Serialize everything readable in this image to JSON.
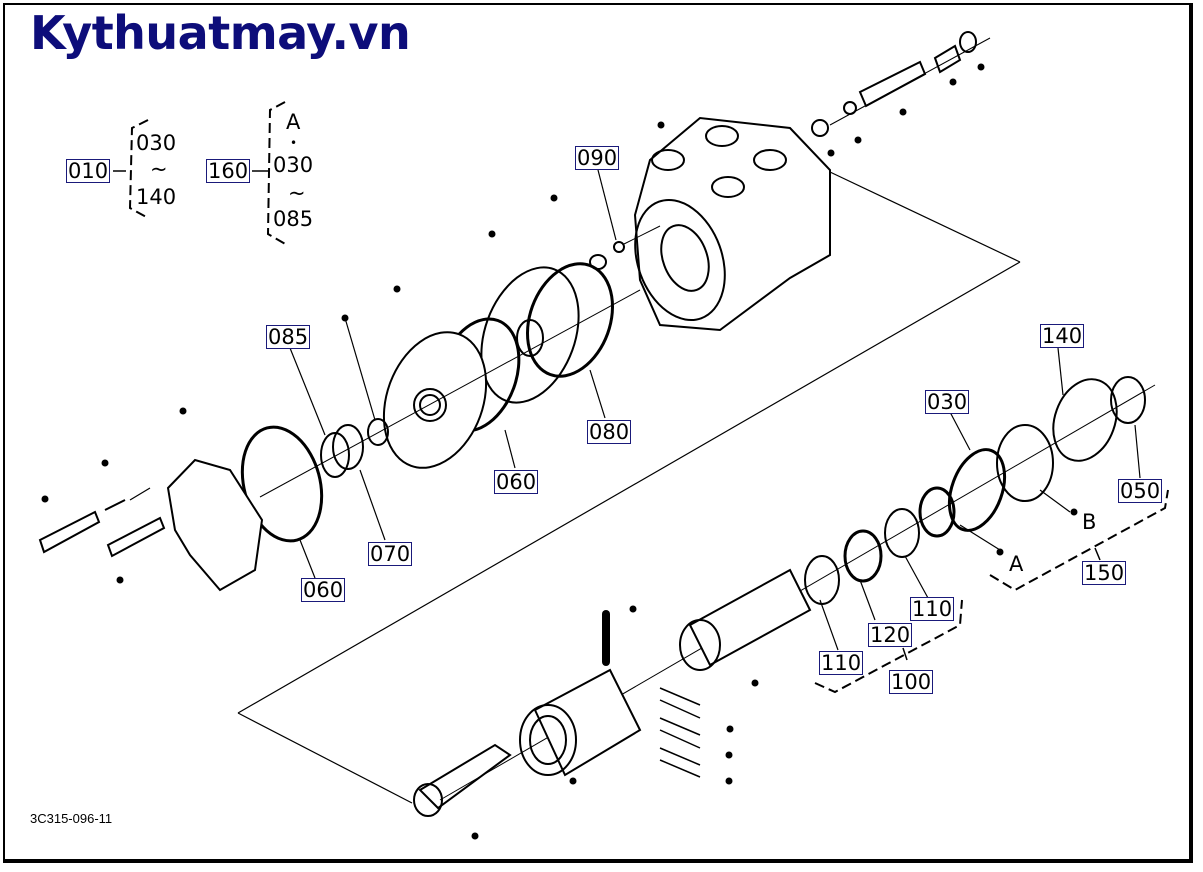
{
  "watermark": "Kythuatmay.vn",
  "drawing_code": "3C315-096-11",
  "groups": [
    {
      "id": "010",
      "range_start": "030",
      "range_sep": "~",
      "range_end": "140"
    },
    {
      "id": "160",
      "includes": "A",
      "dot": "•",
      "range_start": "030",
      "range_sep": "~",
      "range_end": "085"
    }
  ],
  "callouts": {
    "c090": "090",
    "c085": "085",
    "c080": "080",
    "c060a": "060",
    "c060b": "060",
    "c070": "070",
    "c140": "140",
    "c030": "030",
    "c050": "050",
    "c150": "150",
    "c110a": "110",
    "c110b": "110",
    "c120": "120",
    "c100": "100"
  },
  "refs": {
    "A": "A",
    "B": "B"
  }
}
